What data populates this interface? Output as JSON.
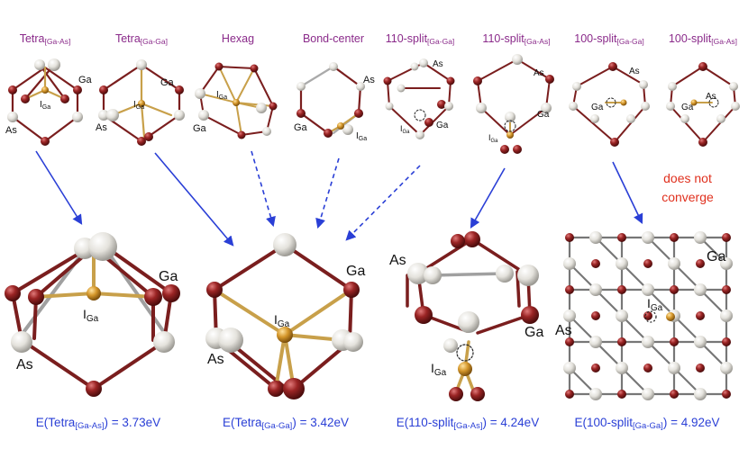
{
  "configs": [
    {
      "name": "Tetra",
      "sub": "[Ga-As]"
    },
    {
      "name": "Tetra",
      "sub": "[Ga-Ga]"
    },
    {
      "name": "Hexag",
      "sub": ""
    },
    {
      "name": "Bond-center",
      "sub": ""
    },
    {
      "name": "110-split",
      "sub": "[Ga-Ga]"
    },
    {
      "name": "110-split",
      "sub": "[Ga-As]"
    },
    {
      "name": "100-split",
      "sub": "[Ga-Ga]"
    },
    {
      "name": "100-split",
      "sub": "[Ga-As]"
    }
  ],
  "energies": [
    {
      "prefix": "E(Tetra",
      "sub": "[Ga-As]",
      "suffix": ") = 3.73eV"
    },
    {
      "prefix": "E(Tetra",
      "sub": "[Ga-Ga]",
      "suffix": ") = 3.42eV"
    },
    {
      "prefix": "E(110-split",
      "sub": "[Ga-As]",
      "suffix": ") = 4.24eV"
    },
    {
      "prefix": "E(100-split",
      "sub": "[Ga-Ga]",
      "suffix": ") = 4.92eV"
    }
  ],
  "note": {
    "line1": "does not",
    "line2": "converge"
  },
  "atom_labels": {
    "ga": "Ga",
    "as": "As",
    "i": "I",
    "i_sub": "Ga"
  },
  "colors": {
    "ga_atom": "#8b1e1e",
    "as_atom": "#e6e4de",
    "interstitial": "#d4962a",
    "arrow": "#2a3fd6",
    "label": "#8a2a8a",
    "energy": "#2a3fd6",
    "note": "#e0301e"
  }
}
